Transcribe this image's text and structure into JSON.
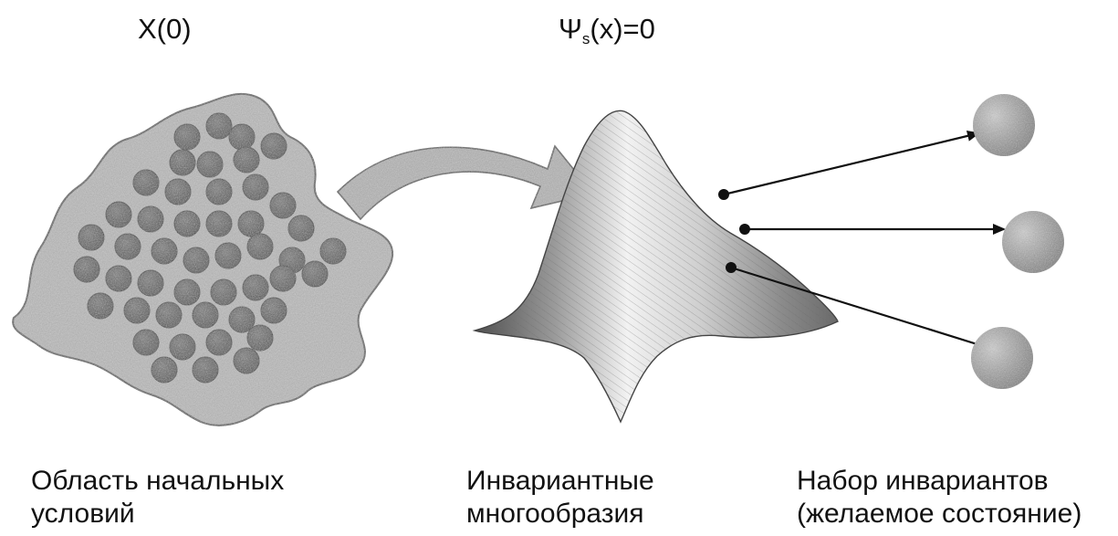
{
  "top_labels": {
    "initial_state": "X(0)",
    "manifold_eq": {
      "psi": "Ψ",
      "sub": "s",
      "rest": "(x)=0"
    }
  },
  "captions": {
    "initial_region": [
      "Область начальных",
      "условий"
    ],
    "manifolds": [
      "Инвариантные",
      "многообразия"
    ],
    "invariant_set": [
      "Набор инвариантов",
      "(желаемое состояние)"
    ]
  },
  "colors": {
    "region_fill": "#b8b8b8",
    "region_edge": "#555555",
    "particle": "#5e5e5e",
    "particle_edge": "#3a3a3a",
    "surface_light": "#e6e6e6",
    "surface_dark": "#6d6d6d",
    "arrow": "#111111",
    "target": "#9a9a9a"
  }
}
